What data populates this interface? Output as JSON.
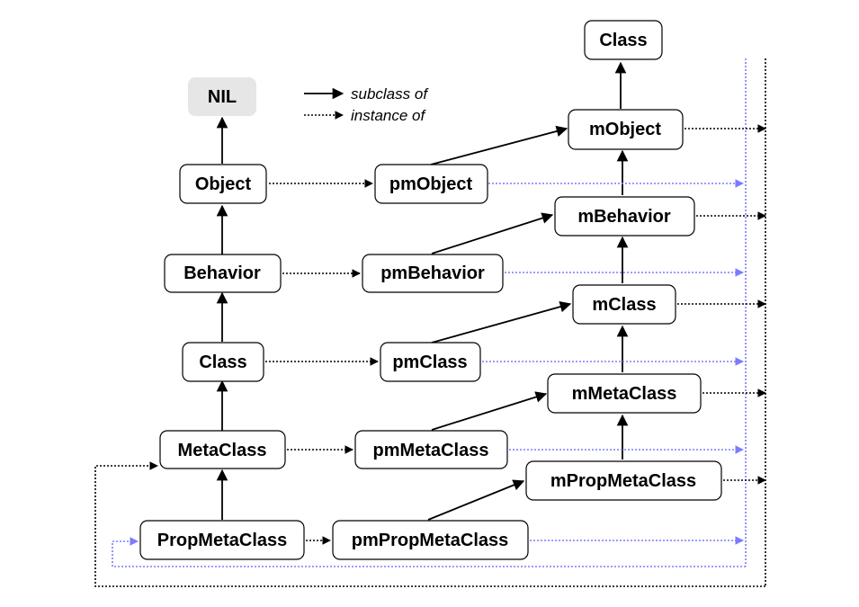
{
  "nodes": {
    "class_top": "Class",
    "nil": "NIL",
    "object": "Object",
    "pmobject": "pmObject",
    "mobject": "mObject",
    "mbehavior": "mBehavior",
    "behavior": "Behavior",
    "pmbehavior": "pmBehavior",
    "mclass": "mClass",
    "class": "Class",
    "pmclass": "pmClass",
    "mmetaclass": "mMetaClass",
    "metaclass": "MetaClass",
    "pmmetaclass": "pmMetaClass",
    "mpropmetaclass": "mPropMetaClass",
    "propmetaclass": "PropMetaClass",
    "pmpropmetaclass": "pmPropMetaClass"
  },
  "legend": {
    "subclass_label": "subclass of",
    "instance_label": "instance of"
  },
  "colors": {
    "instance_link_blue": "#7b7bff",
    "nil_fill": "#e6e6e6"
  }
}
